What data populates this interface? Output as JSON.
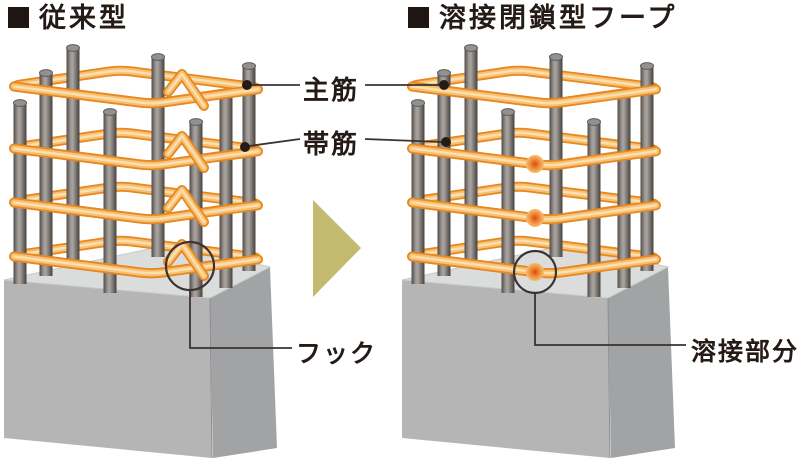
{
  "figure": {
    "left_panel": {
      "title": "従来型"
    },
    "right_panel": {
      "title": "溶接閉鎖型フープ"
    },
    "annotations": {
      "main_bar": "主筋",
      "hoop_bar": "帯筋",
      "hook": "フック",
      "weld": "溶接部分"
    }
  },
  "icons": {
    "title_bullet": "square-bullet",
    "transition": "right-arrow-triangle"
  },
  "colors": {
    "hoop_outline": "#e8871e",
    "hoop_fill": "#f6bf72",
    "hoop_highlight": "#fbdfae",
    "rebar_dark": "#4a4542",
    "rebar_light": "#aaa49f",
    "concrete_top": "#dbdcdc",
    "concrete_front": "#b5b5b6",
    "concrete_side": "#a2a3a4",
    "arrow": "#c2ba6e",
    "weld_core": "#dd4a08",
    "annotation_line": "#3a3330",
    "text": "#241a16"
  }
}
